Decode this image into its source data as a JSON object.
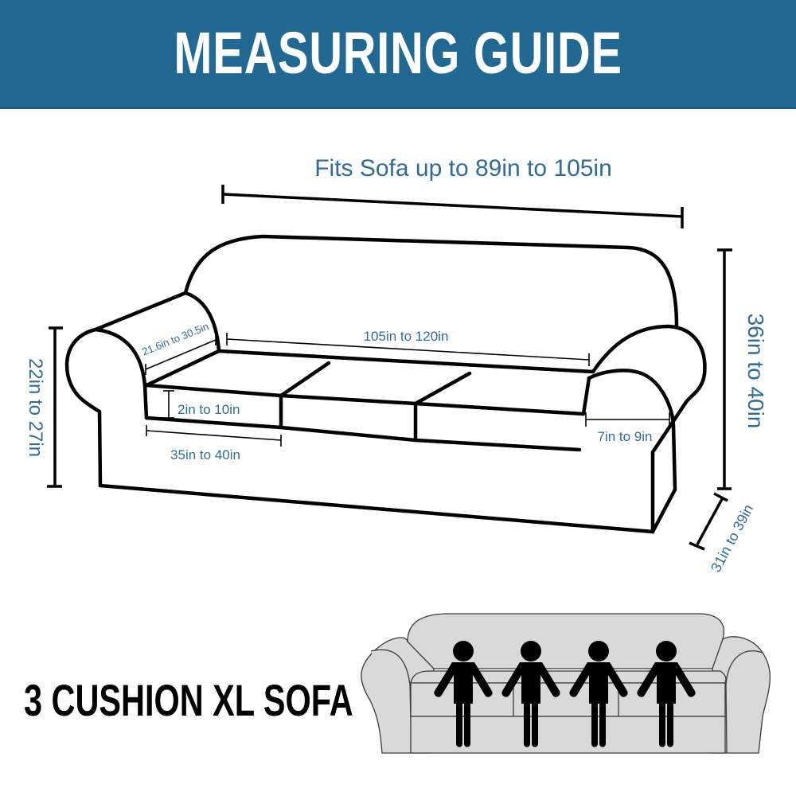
{
  "header": {
    "title": "MEASURING GUIDE",
    "background_color": "#216993",
    "text_color": "#ffffff"
  },
  "diagram": {
    "accent_text_color": "#2f6d96",
    "overall_width_label": "Fits Sofa up to 89in to 105in",
    "measurements": {
      "seat_width": "105in to 120in",
      "arm_depth": "21.6in to 30.5in",
      "cushion_thickness": "2in to 10in",
      "cushion_width": "35in to 40in",
      "arm_height": "22in to 27in",
      "back_height": "36in to 40in",
      "arm_width": "7in to 9in",
      "sofa_depth": "31in to 39in"
    }
  },
  "footer": {
    "label": "3 CUSHION XL SOFA",
    "illustration": {
      "seat_count": 4,
      "icon": "person-icon",
      "sofa_fill_color": "#d9d9d9"
    }
  }
}
